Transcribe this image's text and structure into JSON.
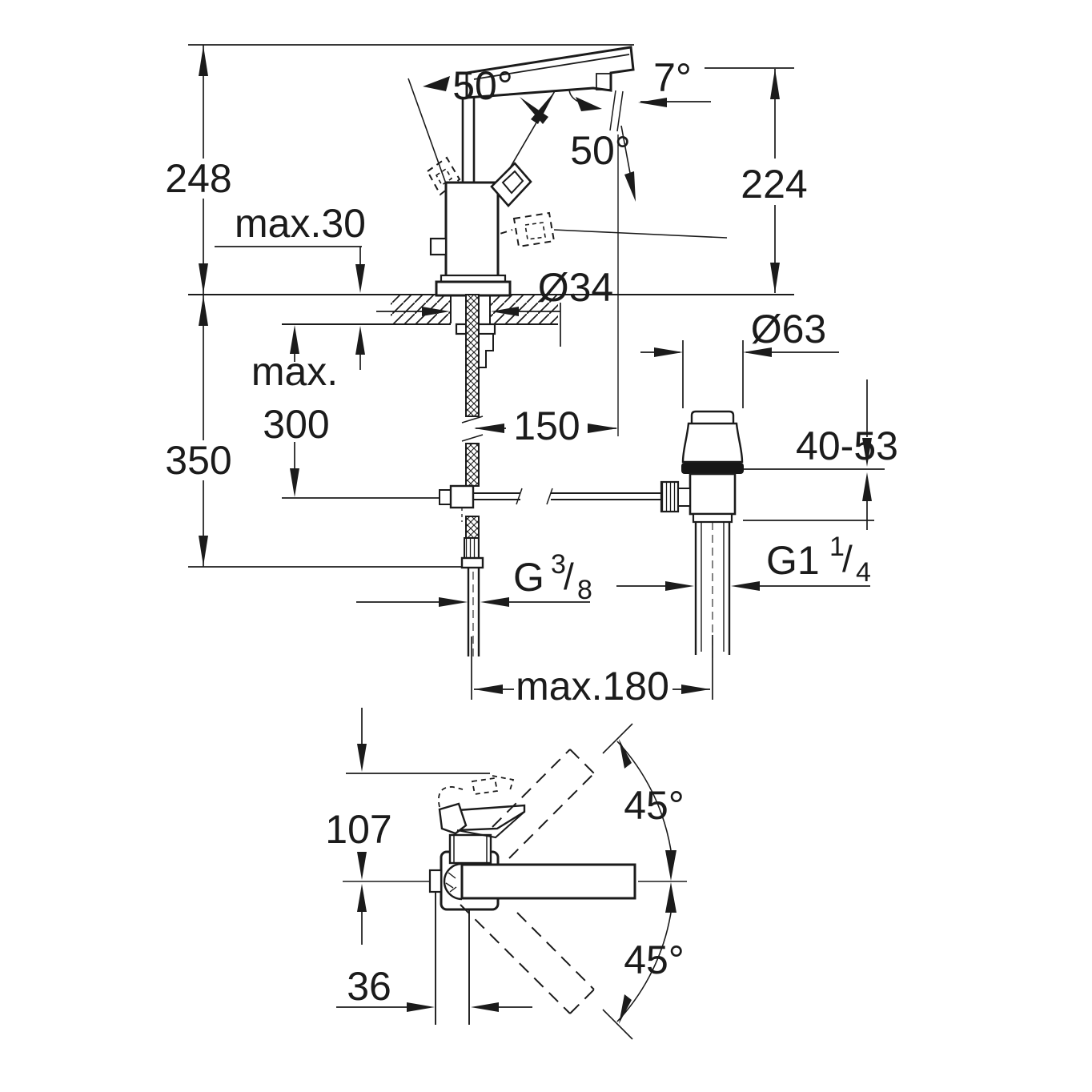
{
  "drawing": {
    "background": "#ffffff",
    "ink": "#1b1b1b",
    "side_view": {
      "overall_height": "248",
      "max_deck_thickness": "max.30",
      "handle_swing_angle": "50°",
      "spout_stream_angle": "7°",
      "spout_swivel_angle": "50°",
      "spout_outlet_height": "224",
      "mounting_hole_diameter": "Ø34",
      "waste_flange_diameter": "Ø63",
      "max_rod_word": "max.",
      "max_rod_value": "300",
      "under_deck_height": "350",
      "spout_projection": "150",
      "waste_clamp_range": "40-53",
      "supply_thread": {
        "g": "G",
        "sup": "3",
        "slash": "/",
        "sub": "8"
      },
      "waste_thread": {
        "g": "G1",
        "sup": "1",
        "slash": "/",
        "sub": "4"
      },
      "max_reach": "max.180"
    },
    "plan_view": {
      "body_depth": "107",
      "swivel_upper": "45°",
      "swivel_lower": "45°",
      "supply_offset": "36"
    }
  }
}
